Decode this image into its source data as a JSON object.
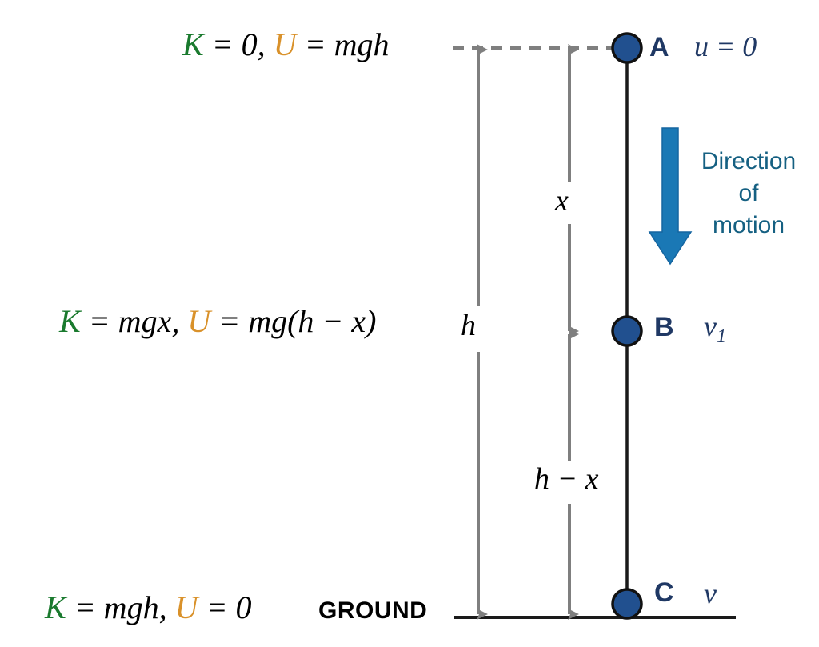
{
  "figure": {
    "title": "Free fall energy conservation diagram",
    "background_color": "#ffffff"
  },
  "colors": {
    "kinetic_green": "#1a7a2e",
    "potential_orange": "#d9912a",
    "point_navy": "#1f3864",
    "ball_fill": "#21508f",
    "ball_stroke": "#111111",
    "motion_blue": "#1a78b5",
    "caption_blue": "#156082",
    "dimension_gray": "#7f7f7f",
    "line_black": "#1a1a1a"
  },
  "equations": {
    "top": {
      "k_symbol": "K",
      "k_rest": " = 0, ",
      "u_symbol": "U",
      "u_rest": " = mgh",
      "plain": "K = 0, U = mgh"
    },
    "middle": {
      "k_symbol": "K",
      "k_rest": " = mgx, ",
      "u_symbol": "U",
      "u_rest": " = mg(h − x)",
      "plain": "K = mgx, U = mg(h − x)"
    },
    "bottom": {
      "k_symbol": "K",
      "k_rest": " = mgh, ",
      "u_symbol": "U",
      "u_rest": " = 0",
      "plain": "K = mgh, U = 0"
    }
  },
  "ground": {
    "label": "GROUND"
  },
  "dimensions": {
    "total_height": "h",
    "upper_segment": "x",
    "lower_segment": "h − x"
  },
  "points": [
    {
      "id": "A",
      "letter": "A",
      "velocity_symbol": "u",
      "velocity_value": "u = 0",
      "position": "top"
    },
    {
      "id": "B",
      "letter": "B",
      "velocity_symbol": "v",
      "velocity_subscript": "1",
      "velocity_value": "v₁",
      "position": "middle"
    },
    {
      "id": "C",
      "letter": "C",
      "velocity_symbol": "v",
      "velocity_value": "v",
      "position": "ground"
    }
  ],
  "motion": {
    "caption_line1": "Direction",
    "caption_line2": "of",
    "caption_line3": "motion",
    "caption_full": "Direction of motion",
    "arrow_direction": "down"
  }
}
